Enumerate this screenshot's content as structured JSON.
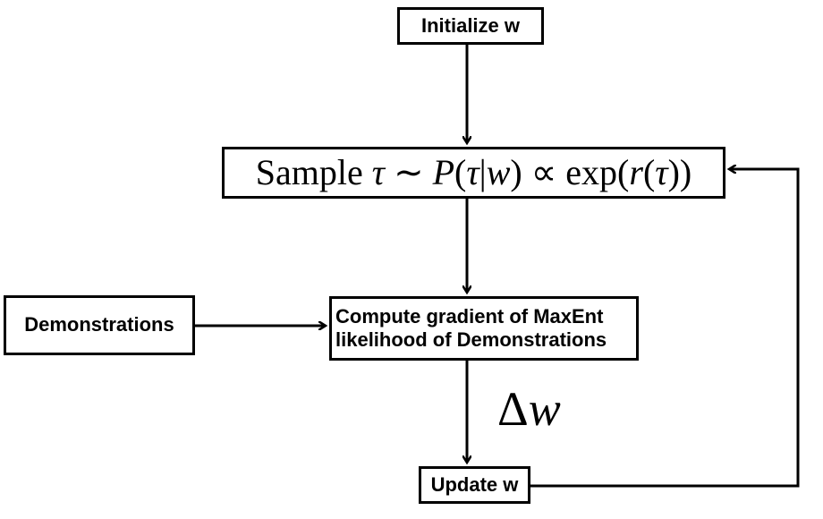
{
  "nodes": {
    "initialize": {
      "label": "Initialize w"
    },
    "sample": {
      "prefix": "Sample ",
      "tau1": "τ",
      "sim": " ∼ ",
      "p": "P",
      "open1": "(",
      "tau2": "τ",
      "bar": "|",
      "w": "w",
      "close1": ")",
      "propto": " ∝ ",
      "exp": "exp",
      "open2": "(",
      "r": "r",
      "open3": "(",
      "tau3": "τ",
      "close3": "))"
    },
    "demonstrations": {
      "label": "Demonstrations"
    },
    "gradient": {
      "line1": "Compute gradient of MaxEnt",
      "line2": "likelihood of Demonstrations"
    },
    "update": {
      "label": "Update w"
    }
  },
  "edge_labels": {
    "delta_symbol": "Δ",
    "delta_var": "w"
  },
  "colors": {
    "stroke": "#000000",
    "background": "#ffffff"
  }
}
